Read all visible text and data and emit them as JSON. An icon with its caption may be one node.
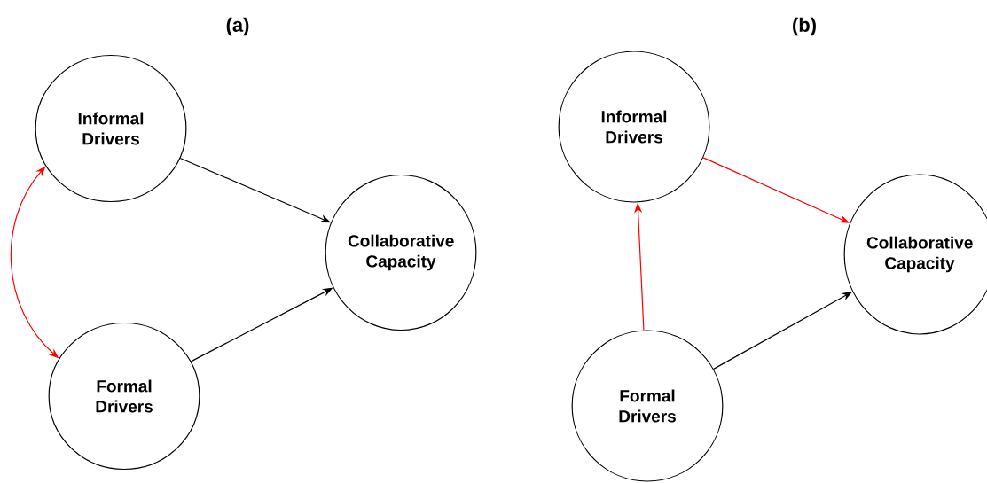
{
  "diagram": {
    "nodes": [
      {
        "text": [
          "Informal Drivers"
        ]
      },
      {
        "text": [
          "Formal Drivers"
        ]
      },
      {
        "text": [
          "Collaborative Capacity"
        ]
      },
      {
        "text": [
          "Informal Drivers"
        ]
      },
      {
        "text": [
          "Formal Drivers"
        ]
      },
      {
        "text": [
          "Collaborative Capacity"
        ]
      }
    ],
    "edges": [
      {
        "from": 0,
        "to": 1,
        "arrow": "both",
        "color": "#ff0000"
      },
      {
        "from": 0,
        "to": 2,
        "arrow": "to",
        "color": "#000000"
      },
      {
        "from": 1,
        "to": 2,
        "arrow": "to",
        "color": "#000000"
      },
      {
        "from": 4,
        "to": 3,
        "arrow": "to",
        "color": "#ff0000"
      },
      {
        "from": 3,
        "to": 5,
        "arrow": "to",
        "color": "#ff0000"
      },
      {
        "from": 4,
        "to": 5,
        "arrow": "to",
        "color": "#000000"
      }
    ],
    "labels": [
      "(a)",
      "(b)"
    ]
  }
}
